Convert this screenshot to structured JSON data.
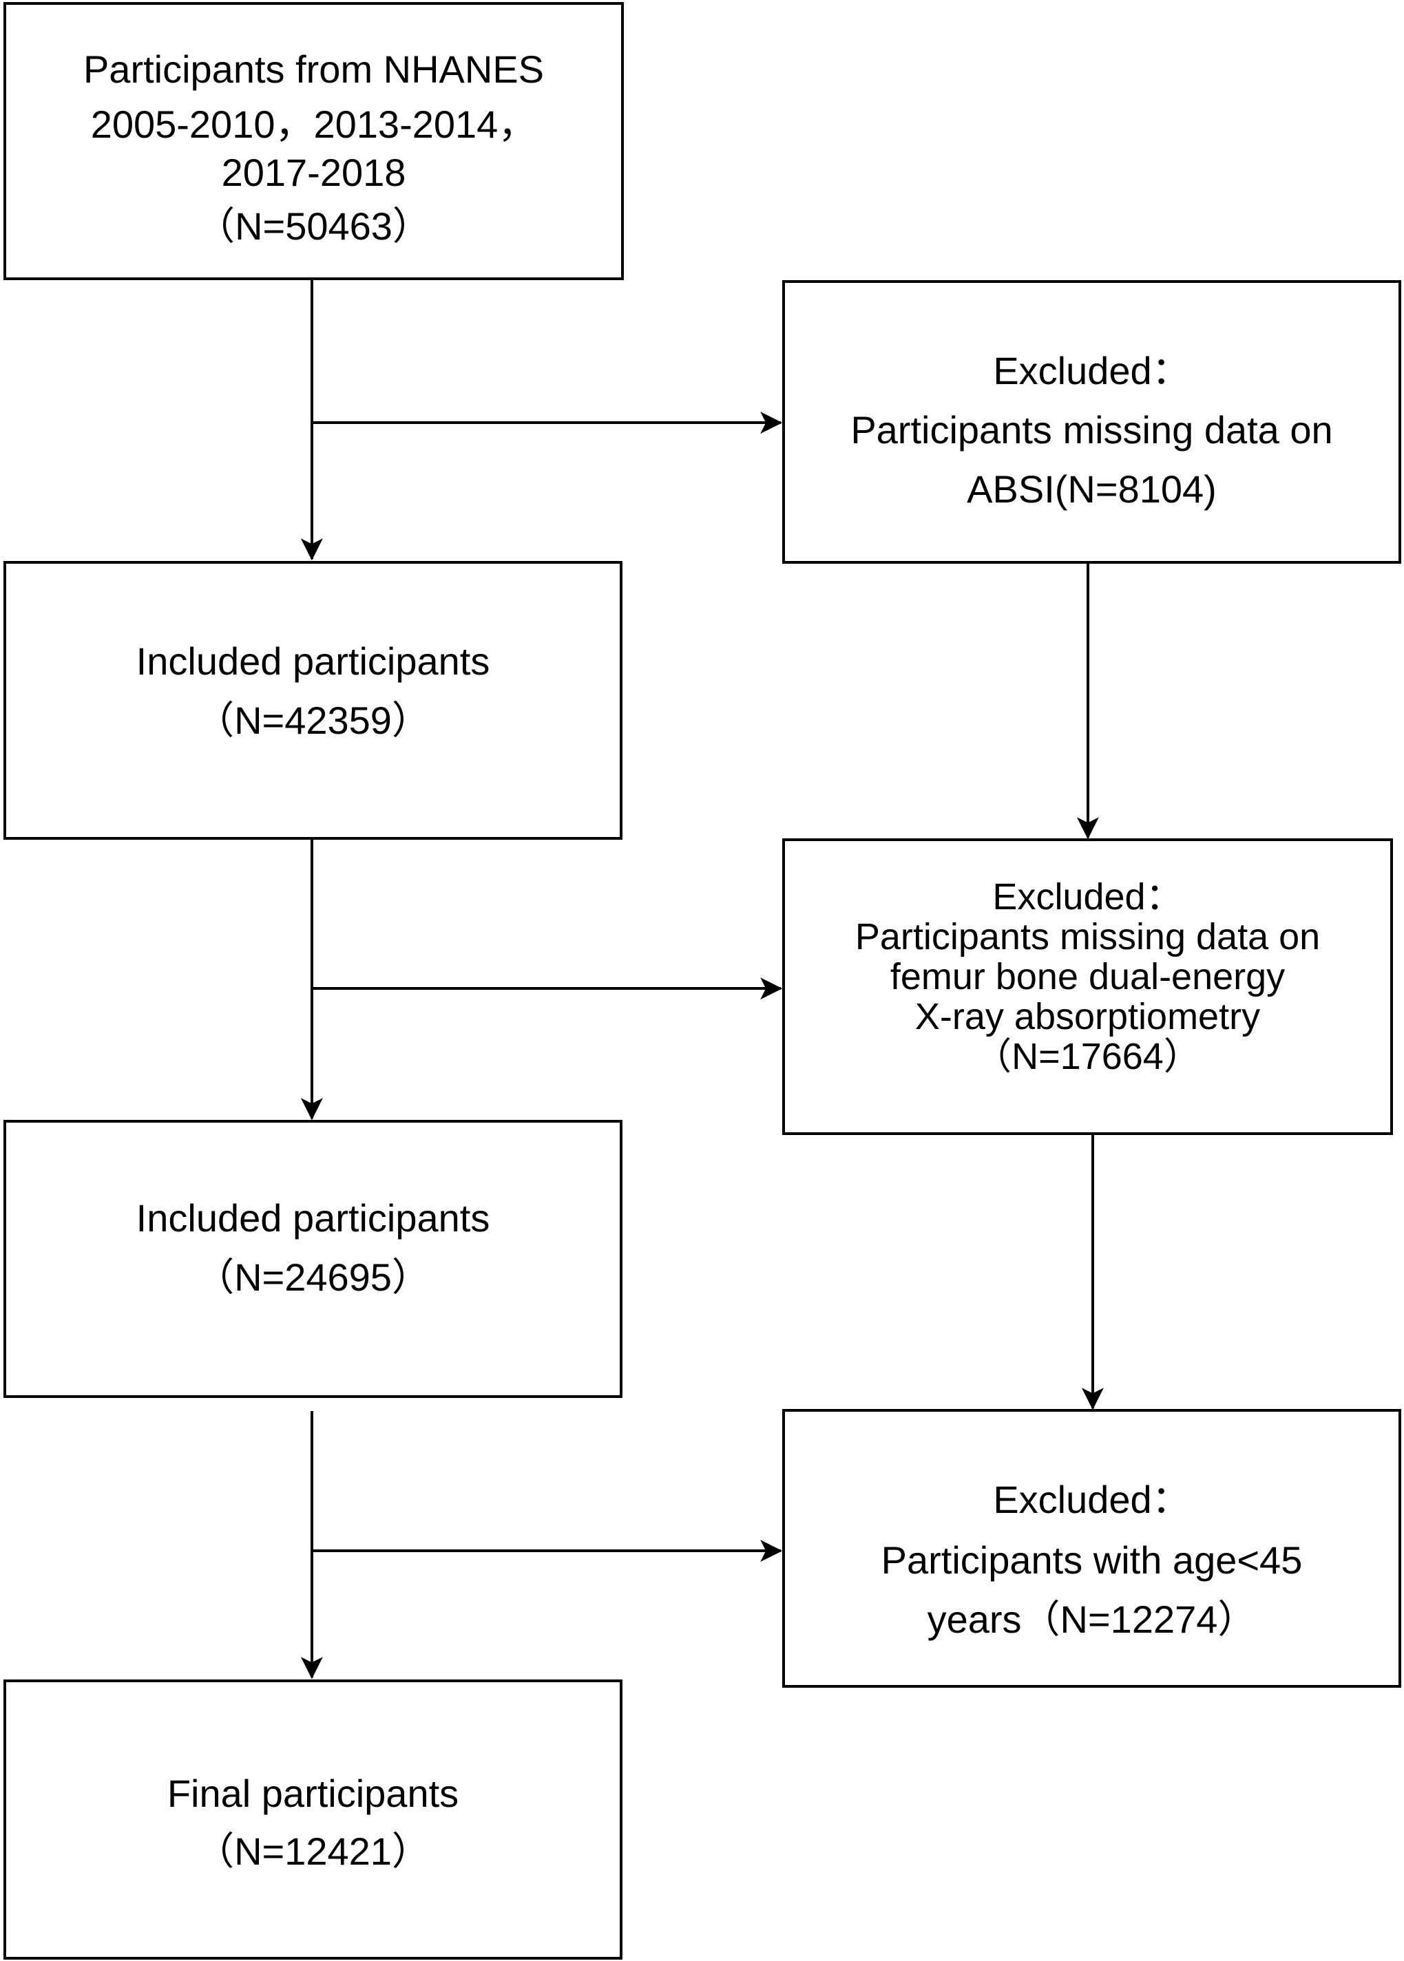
{
  "flow": {
    "start": {
      "lines": [
        "Participants from NHANES",
        "2005-2010，2013-2014，",
        "2017-2018",
        "（N=50463）"
      ]
    },
    "excluded_1": {
      "lines": [
        "Excluded：",
        "Participants missing data on",
        "ABSI(N=8104)"
      ]
    },
    "included_1": {
      "lines": [
        "Included participants",
        "（N=42359）"
      ]
    },
    "excluded_2": {
      "lines": [
        "Excluded：",
        "Participants missing data on",
        "femur bone dual-energy",
        "X-ray absorptiometry",
        "（N=17664）"
      ]
    },
    "included_2": {
      "lines": [
        "Included participants",
        "（N=24695）"
      ]
    },
    "excluded_3": {
      "lines": [
        "Excluded：",
        "Participants with age<45",
        "years（N=12274）"
      ]
    },
    "final": {
      "lines": [
        "Final participants",
        "（N=12421）"
      ]
    }
  }
}
